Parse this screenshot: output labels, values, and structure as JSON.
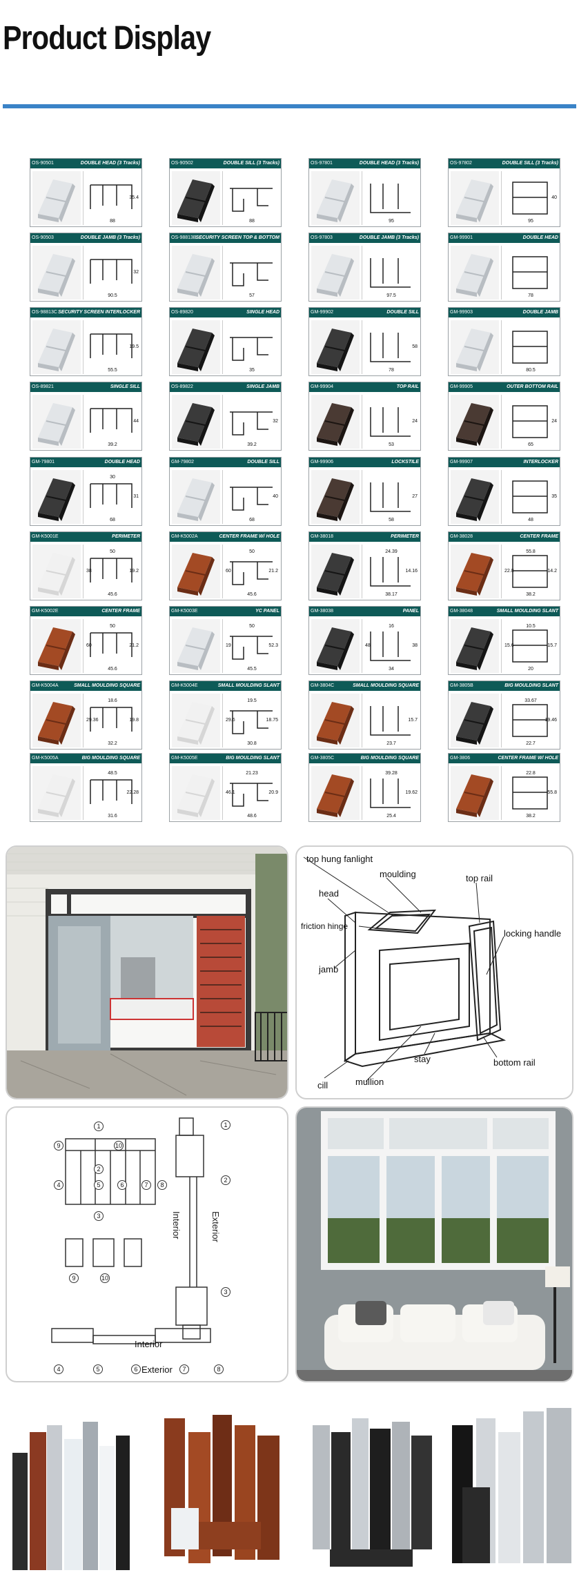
{
  "page": {
    "title": "Product Display",
    "accent_color": "#3a83c7",
    "header_band_color": "#0e5a57"
  },
  "catalog": [
    {
      "code": "OS-90501",
      "name": "DOUBLE HEAD (3 Tracks)",
      "finish": "silver",
      "dims": [
        "88",
        "35.4"
      ]
    },
    {
      "code": "OS-90502",
      "name": "DOUBLE SILL (3 Tracks)",
      "finish": "black",
      "dims": [
        "88"
      ]
    },
    {
      "code": "OS-97801",
      "name": "DOUBLE HEAD (3 Tracks)",
      "finish": "silver",
      "dims": [
        "95"
      ]
    },
    {
      "code": "OS-97802",
      "name": "DOUBLE SILL (3 Tracks)",
      "finish": "silver",
      "dims": [
        "95",
        "40"
      ]
    },
    {
      "code": "OS-90503",
      "name": "DOUBLE JAMB (3 Tracks)",
      "finish": "silver",
      "dims": [
        "90.5",
        "32"
      ]
    },
    {
      "code": "OS-98813B",
      "name": "SECURITY SCREEN TOP & BOTTOM",
      "finish": "silver",
      "dims": [
        "57"
      ]
    },
    {
      "code": "OS-97803",
      "name": "DOUBLE JAMB (3 Tracks)",
      "finish": "silver",
      "dims": [
        "97.5"
      ]
    },
    {
      "code": "GM-99901",
      "name": "DOUBLE HEAD",
      "finish": "silver",
      "dims": [
        "78"
      ]
    },
    {
      "code": "OS-98813C",
      "name": "SECURITY SCREEN INTERLOCKER",
      "finish": "silver",
      "dims": [
        "55.5",
        "19.5"
      ]
    },
    {
      "code": "OS-89820",
      "name": "SINGLE HEAD",
      "finish": "black",
      "dims": [
        "35"
      ]
    },
    {
      "code": "GM-99902",
      "name": "DOUBLE SILL",
      "finish": "black",
      "dims": [
        "78",
        "58"
      ]
    },
    {
      "code": "GM-99903",
      "name": "DOUBLE JAMB",
      "finish": "silver",
      "dims": [
        "80.5"
      ]
    },
    {
      "code": "OS-89821",
      "name": "SINGLE SILL",
      "finish": "silver",
      "dims": [
        "39.2",
        "44"
      ]
    },
    {
      "code": "OS-89822",
      "name": "SINGLE JAMB",
      "finish": "black",
      "dims": [
        "39.2",
        "32"
      ]
    },
    {
      "code": "GM-99904",
      "name": "TOP RAIL",
      "finish": "dark",
      "dims": [
        "53",
        "24"
      ]
    },
    {
      "code": "GM-99905",
      "name": "OUTER BOTTOM RAIL",
      "finish": "dark",
      "dims": [
        "65",
        "24"
      ]
    },
    {
      "code": "GM-79801",
      "name": "DOUBLE HEAD",
      "finish": "black",
      "dims": [
        "68",
        "31",
        "30"
      ]
    },
    {
      "code": "GM-79802",
      "name": "DOUBLE SILL",
      "finish": "silver",
      "dims": [
        "68",
        "40"
      ]
    },
    {
      "code": "GM-99906",
      "name": "LOCKSTILE",
      "finish": "dark",
      "dims": [
        "58",
        "27"
      ]
    },
    {
      "code": "GM-99907",
      "name": "INTERLOCKER",
      "finish": "black",
      "dims": [
        "48",
        "35"
      ]
    },
    {
      "code": "GM-K5001E",
      "name": "PERIMETER",
      "finish": "white",
      "dims": [
        "45.6",
        "19.2",
        "50",
        "38"
      ]
    },
    {
      "code": "GM-K5002A",
      "name": "CENTER FRAME W/ HOLE",
      "finish": "wood",
      "dims": [
        "45.6",
        "21.2",
        "50",
        "60"
      ]
    },
    {
      "code": "GM-38018",
      "name": "PERIMETER",
      "finish": "black",
      "dims": [
        "38.17",
        "14.16",
        "24.39"
      ]
    },
    {
      "code": "GM-38028",
      "name": "CENTER FRAME",
      "finish": "wood",
      "dims": [
        "38.2",
        "14.2",
        "55.8",
        "22.8"
      ]
    },
    {
      "code": "GM-K5002E",
      "name": "CENTER FRAME",
      "finish": "wood",
      "dims": [
        "45.6",
        "21.2",
        "50",
        "60"
      ]
    },
    {
      "code": "GM-K5003E",
      "name": "YC PANEL",
      "finish": "silver",
      "dims": [
        "45.5",
        "52.3",
        "50",
        "19"
      ]
    },
    {
      "code": "GM-38038",
      "name": "PANEL",
      "finish": "black",
      "dims": [
        "34",
        "38",
        "16",
        "48"
      ]
    },
    {
      "code": "GM-38048",
      "name": "SMALL MOULDING SLANT",
      "finish": "black",
      "dims": [
        "20",
        "15.7",
        "10.5",
        "15.6"
      ]
    },
    {
      "code": "GM-K5004A",
      "name": "SMALL MOULDING SQUARE",
      "finish": "wood",
      "dims": [
        "32.2",
        "19.8",
        "18.6",
        "29.36"
      ]
    },
    {
      "code": "GM-K5004E",
      "name": "SMALL MOULDING SLANT",
      "finish": "white",
      "dims": [
        "30.8",
        "18.75",
        "19.5",
        "29.6"
      ]
    },
    {
      "code": "GM-3804C",
      "name": "SMALL MOULDING SQUARE",
      "finish": "wood",
      "dims": [
        "23.7",
        "15.7"
      ]
    },
    {
      "code": "GM-3805B",
      "name": "BIG MOULDING SLANT",
      "finish": "black",
      "dims": [
        "22.7",
        "19.46",
        "33.67"
      ]
    },
    {
      "code": "GM-K5005A",
      "name": "BIG MOULDING SQUARE",
      "finish": "white",
      "dims": [
        "31.6",
        "22.28",
        "48.5"
      ]
    },
    {
      "code": "GM-K5005E",
      "name": "BIG MOULDING SLANT",
      "finish": "white",
      "dims": [
        "48.6",
        "20.9",
        "21.23",
        "46.1"
      ]
    },
    {
      "code": "GM-3805C",
      "name": "BIG MOULDING SQUARE",
      "finish": "wood",
      "dims": [
        "25.4",
        "19.62",
        "39.28"
      ]
    },
    {
      "code": "GM-3806",
      "name": "CENTER FRAME W/ HOLE",
      "finish": "wood",
      "dims": [
        "38.2",
        "55.8",
        "22.8"
      ]
    }
  ],
  "diagram_labels": {
    "top_hung_fanlight": "top hung fanlight",
    "moulding": "moulding",
    "top_rail": "top rail",
    "head": "head",
    "friction_hinge": "friction hinge",
    "locking_handle": "locking handle",
    "jamb": "jamb",
    "stay": "stay",
    "bottom_rail": "bottom rail",
    "cill": "cill",
    "mullion": "mullion"
  },
  "section_labels": {
    "interior": "Interior",
    "exterior": "Exterior",
    "numbers": [
      "1",
      "2",
      "3",
      "4",
      "5",
      "6",
      "7",
      "8",
      "9",
      "10"
    ]
  }
}
